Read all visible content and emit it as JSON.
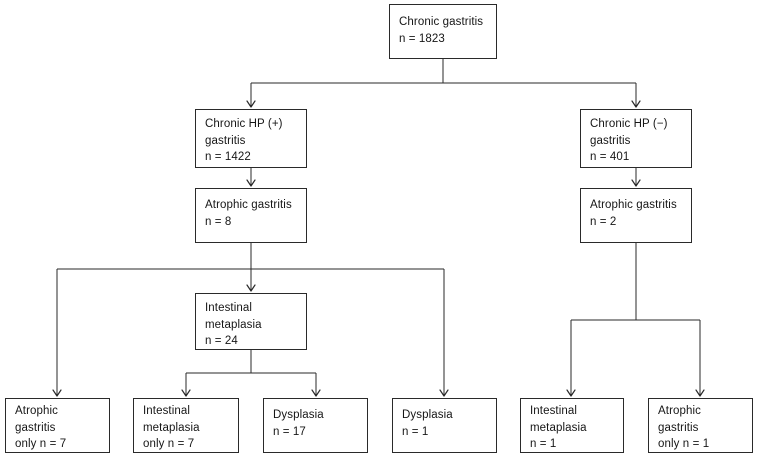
{
  "diagram": {
    "type": "flowchart",
    "nodes": {
      "chronic_gastritis": {
        "lines": [
          "Chronic gastritis",
          "n = 1823",
          ""
        ]
      },
      "hp_positive": {
        "lines": [
          "Chronic HP (+)",
          "gastritis",
          "n = 1422"
        ]
      },
      "hp_negative": {
        "lines": [
          "Chronic HP (−)",
          "gastritis",
          "n = 401"
        ]
      },
      "atrophic_hp_positive": {
        "lines": [
          "Atrophic gastritis",
          "n = 8",
          ""
        ]
      },
      "atrophic_hp_negative": {
        "lines": [
          "Atrophic gastritis",
          "n = 2",
          ""
        ]
      },
      "intestinal_metaplasia": {
        "lines": [
          "Intestinal",
          "metaplasia",
          "n = 24"
        ]
      },
      "atrophic_only_left": {
        "lines": [
          "Atrophic",
          "gastritis",
          "only n = 7"
        ]
      },
      "intestinal_metaplasia_only": {
        "lines": [
          "Intestinal",
          "metaplasia",
          "only n = 7"
        ]
      },
      "dysplasia_from_metaplasia": {
        "lines": [
          "Dysplasia",
          "n = 17",
          ""
        ]
      },
      "dysplasia_from_atrophic": {
        "lines": [
          "Dysplasia",
          "n = 1",
          ""
        ]
      },
      "intestinal_metaplasia_right": {
        "lines": [
          "Intestinal",
          "metaplasia",
          "n = 1"
        ]
      },
      "atrophic_only_right": {
        "lines": [
          "Atrophic",
          "gastritis",
          "only n = 1"
        ]
      }
    },
    "edges": [
      {
        "from": "chronic_gastritis",
        "to": "hp_positive"
      },
      {
        "from": "chronic_gastritis",
        "to": "hp_negative"
      },
      {
        "from": "hp_positive",
        "to": "atrophic_hp_positive"
      },
      {
        "from": "hp_negative",
        "to": "atrophic_hp_negative"
      },
      {
        "from": "atrophic_hp_positive",
        "to": "atrophic_only_left"
      },
      {
        "from": "atrophic_hp_positive",
        "to": "intestinal_metaplasia"
      },
      {
        "from": "atrophic_hp_positive",
        "to": "dysplasia_from_atrophic"
      },
      {
        "from": "intestinal_metaplasia",
        "to": "intestinal_metaplasia_only"
      },
      {
        "from": "intestinal_metaplasia",
        "to": "dysplasia_from_metaplasia"
      },
      {
        "from": "atrophic_hp_negative",
        "to": "intestinal_metaplasia_right"
      },
      {
        "from": "atrophic_hp_negative",
        "to": "atrophic_only_right"
      }
    ],
    "colors": {
      "background": "#ffffff",
      "box_background": "#ffffff",
      "box_border": "#2a2a2a",
      "line": "#2a2a2a",
      "text": "#161616"
    }
  }
}
